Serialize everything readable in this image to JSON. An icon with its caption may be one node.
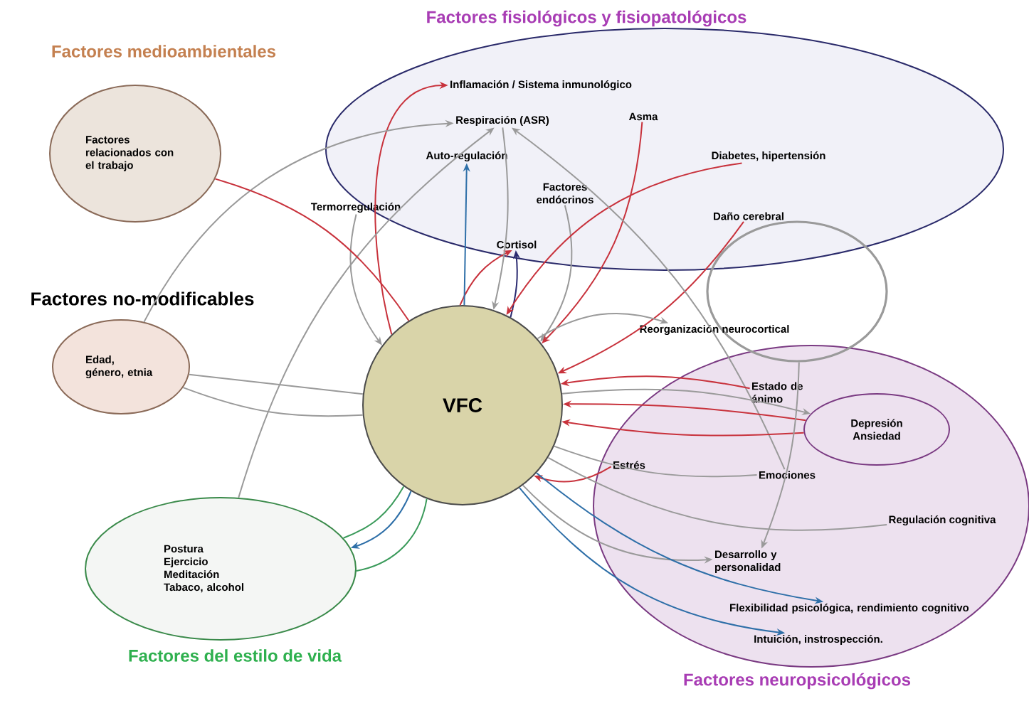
{
  "diagram": {
    "nodes": [
      {
        "text": [
          "Factores medioambientales",
          "Factores relacionados con el trabajo"
        ]
      },
      {
        "text": [
          "Factores fisiológicos y fisiopatológicos"
        ]
      },
      {
        "text": [
          "Inflamación / Sistema inmunológico"
        ],
        "in": 1
      },
      {
        "text": [
          "Respiración (ASR)"
        ],
        "in": 1
      },
      {
        "text": [
          "Asma"
        ],
        "in": 1
      },
      {
        "text": [
          "Auto-regulación"
        ],
        "in": 1
      },
      {
        "text": [
          "Termorregulación"
        ],
        "in": 1
      },
      {
        "text": [
          "Factores endócrinos"
        ],
        "in": 1
      },
      {
        "text": [
          "Diabetes, hipertensión"
        ],
        "in": 1
      },
      {
        "text": [
          "Daño cerebral"
        ],
        "in": 1
      },
      {
        "text": [
          "Cortisol"
        ],
        "in": 1
      },
      {
        "text": [],
        "shape": "circle"
      },
      {
        "text": [
          "Factores no-modificables",
          "Edad, género, etnia"
        ]
      },
      {
        "text": [
          "VFC"
        ]
      },
      {
        "text": [
          "Reorganización neurocortical"
        ]
      },
      {
        "text": [
          "Factores neuropsicológicos"
        ]
      },
      {
        "text": [
          "Estado de ánimo"
        ],
        "in": 15
      },
      {
        "text": [
          "Depresión",
          "Ansiedad"
        ],
        "in": 15
      },
      {
        "text": [
          "Estrés"
        ],
        "in": 15
      },
      {
        "text": [
          "Emociones"
        ],
        "in": 15
      },
      {
        "text": [
          "Regulación cognitiva"
        ],
        "in": 15
      },
      {
        "text": [
          "Desarrollo y personalidad"
        ],
        "in": 15
      },
      {
        "text": [
          "Flexibilidad psicológica, rendimiento cognitivo"
        ],
        "in": 15
      },
      {
        "text": [
          "Intuición, instrospección."
        ],
        "in": 15
      },
      {
        "text": [
          "Postura",
          "Ejercicio",
          "Meditación",
          "Tabaco, alcohol",
          "Factores del estilo de vida"
        ]
      }
    ],
    "edges": [
      {
        "from": 13,
        "to": 2,
        "arrow": "to",
        "color": "#c8323c"
      },
      {
        "from": 13,
        "to": 10,
        "arrow": "to",
        "color": "#c8323c"
      },
      {
        "from": 13,
        "to": 10,
        "arrow": "to",
        "color": "#2a2a70"
      },
      {
        "from": 13,
        "to": 5,
        "arrow": "to",
        "color": "#2e6fa8"
      },
      {
        "from": 6,
        "to": 13,
        "arrow": "to"
      },
      {
        "from": 7,
        "to": 13,
        "arrow": "to"
      },
      {
        "from": 3,
        "to": 13,
        "arrow": "to"
      },
      {
        "from": 4,
        "to": 13,
        "arrow": "to",
        "color": "#c8323c"
      },
      {
        "from": 8,
        "to": 13,
        "arrow": "to",
        "color": "#c8323c"
      },
      {
        "from": 9,
        "to": 13,
        "arrow": "to",
        "color": "#c8323c"
      },
      {
        "from": 12,
        "to": 3,
        "arrow": "to"
      },
      {
        "from": 24,
        "to": 3,
        "arrow": "to"
      },
      {
        "from": 19,
        "to": 3,
        "arrow": "to"
      },
      {
        "from": 0,
        "to": 13,
        "arrow": "none",
        "color": "#c8323c"
      },
      {
        "from": 13,
        "to": 14,
        "arrow": "to"
      },
      {
        "from": 13,
        "to": 17,
        "arrow": "to"
      },
      {
        "from": 16,
        "to": 13,
        "arrow": "to",
        "color": "#c8323c"
      },
      {
        "from": 17,
        "to": 13,
        "arrow": "to",
        "color": "#c8323c"
      },
      {
        "from": 17,
        "to": 13,
        "arrow": "to",
        "color": "#c8323c"
      },
      {
        "from": 18,
        "to": 13,
        "arrow": "to",
        "color": "#c8323c"
      },
      {
        "from": 13,
        "to": 19,
        "arrow": "none"
      },
      {
        "from": 13,
        "to": 20,
        "arrow": "none"
      },
      {
        "from": 13,
        "to": 21,
        "arrow": "to"
      },
      {
        "from": 11,
        "to": 21,
        "arrow": "to"
      },
      {
        "from": 13,
        "to": 22,
        "arrow": "to",
        "color": "#2e6fa8"
      },
      {
        "from": 13,
        "to": 23,
        "arrow": "to",
        "color": "#2e6fa8"
      },
      {
        "from": 13,
        "to": 24,
        "arrow": "to",
        "color": "#2e6fa8"
      },
      {
        "from": 12,
        "to": 13,
        "arrow": "none"
      },
      {
        "from": 12,
        "to": 13,
        "arrow": "none"
      },
      {
        "from": 24,
        "to": 13,
        "arrow": "none",
        "color": "#3a9a5a"
      },
      {
        "from": 24,
        "to": 13,
        "arrow": "none",
        "color": "#3a9a5a"
      }
    ]
  }
}
